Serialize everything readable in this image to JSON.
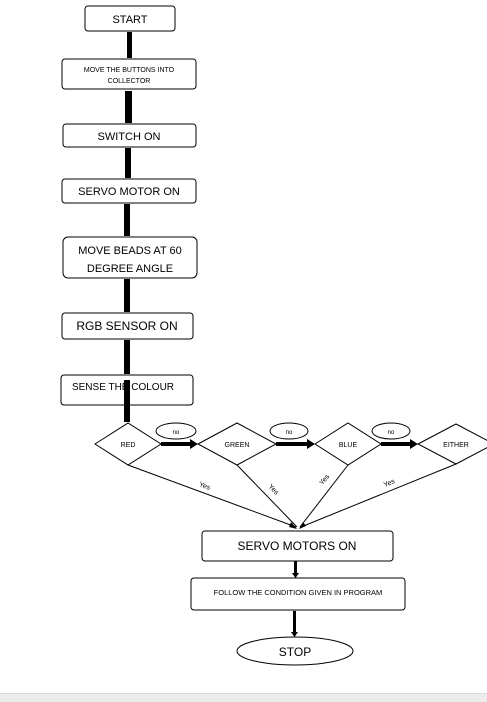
{
  "flowchart": {
    "start": "START",
    "move_buttons": [
      "MOVE THE BUTTONS INTO",
      "COLLECTOR"
    ],
    "switch_on": "SWITCH ON",
    "servo_motor_on": "SERVO MOTOR ON",
    "move_beads": [
      "MOVE BEADS AT 60",
      "DEGREE ANGLE"
    ],
    "rgb_sensor_on": "RGB SENSOR ON",
    "sense_colour": "SENSE THE COLOUR",
    "decisions": {
      "red": "RED",
      "green": "GREEN",
      "blue": "BLUE",
      "either": "EITHER"
    },
    "no_labels": [
      "no",
      "no",
      "no"
    ],
    "yes_labels": [
      "Yes",
      "Yes",
      "Yes",
      "Yes"
    ],
    "servo_motors_on": "SERVO MOTORS ON",
    "follow_condition": "FOLLOW THE CONDITION GIVEN IN PROGRAM",
    "stop": "STOP"
  }
}
